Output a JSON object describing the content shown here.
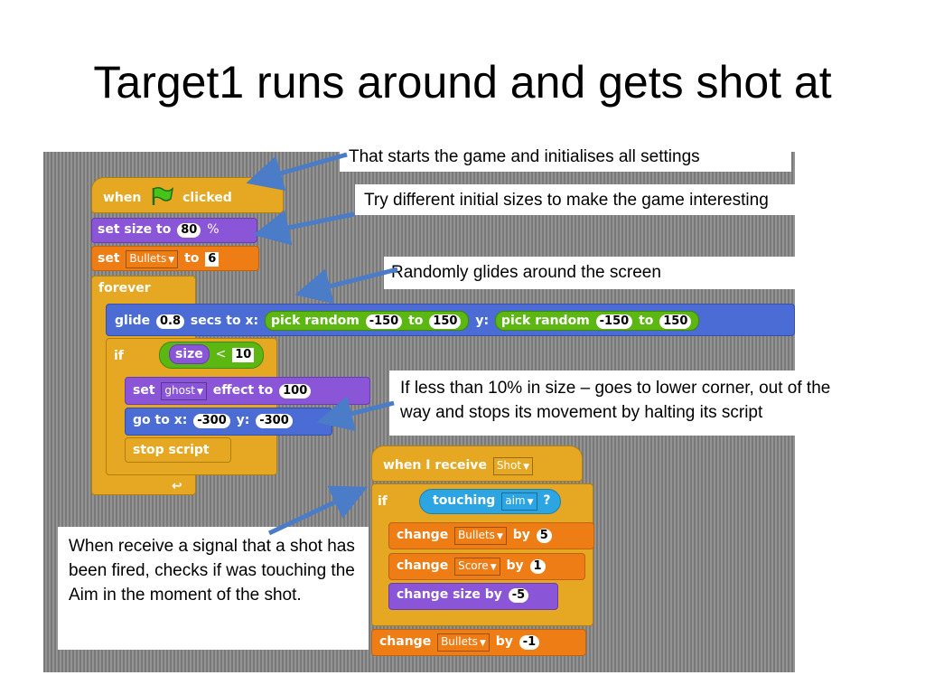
{
  "slide": {
    "title": "Target1 runs around and gets shot at"
  },
  "script1": {
    "hat": {
      "when": "when",
      "clicked": "clicked"
    },
    "set_size": {
      "label": "set size to",
      "value": "80",
      "unit": "%"
    },
    "set_var": {
      "label": "set",
      "var": "Bullets",
      "to": "to",
      "value": "6"
    },
    "forever": "forever",
    "glide": {
      "label": "glide",
      "secs": "0.8",
      "secs_to_x": "secs to x:",
      "pick1": "pick random",
      "lo1": "-150",
      "to1": "to",
      "hi1": "150",
      "y": "y:",
      "pick2": "pick random",
      "lo2": "-150",
      "to2": "to",
      "hi2": "150"
    },
    "if": {
      "label": "if",
      "op_left": "size",
      "op": "<",
      "op_right": "10"
    },
    "set_effect": {
      "label": "set",
      "effect": "ghost",
      "effect_to": "effect to",
      "value": "100"
    },
    "goto": {
      "label": "go to x:",
      "x": "-300",
      "y_label": "y:",
      "y": "-300"
    },
    "stop": "stop script"
  },
  "script2": {
    "hat": {
      "label": "when I receive",
      "message": "Shot"
    },
    "if": {
      "label": "if",
      "touching": "touching",
      "target": "aim",
      "q": "?"
    },
    "change1": {
      "label": "change",
      "var": "Bullets",
      "by": "by",
      "value": "5"
    },
    "change2": {
      "label": "change",
      "var": "Score",
      "by": "by",
      "value": "1"
    },
    "change_size": {
      "label": "change size by",
      "value": "-5"
    },
    "change3": {
      "label": "change",
      "var": "Bullets",
      "by": "by",
      "value": "-1"
    }
  },
  "callouts": {
    "start": "That starts the game and initialises all settings",
    "sizes": "Try different initial sizes to make the game interesting",
    "glide": "Randomly glides around the screen",
    "less_line1": "If less than 10% in size – goes to lower corner, out of the",
    "less_line2": "way and stops its movement by halting its script",
    "receive": "When receive a signal that a shot has been fired, checks if was touching the Aim in the moment of the shot."
  },
  "colors": {
    "control": "#e6a822",
    "looks": "#8a55d7",
    "motion": "#4a6cd4",
    "variables": "#ee7d16",
    "operators": "#5cb712",
    "sensing": "#2ca5e2",
    "arrow": "#4a7cc7"
  }
}
